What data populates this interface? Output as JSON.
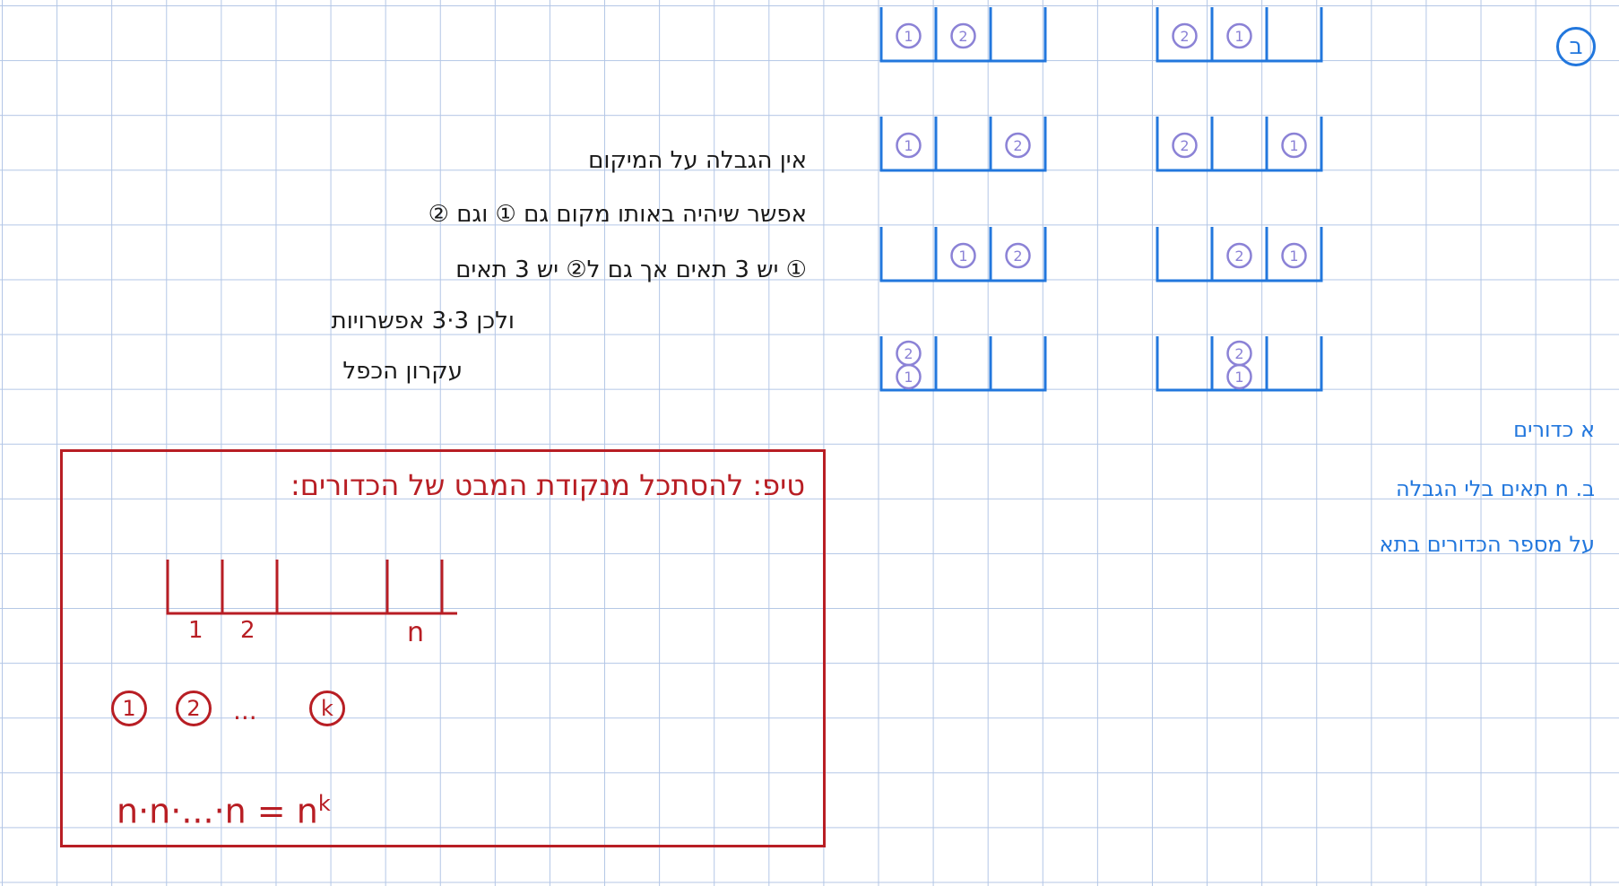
{
  "section_marker": "ב",
  "cases": {
    "left_column": [
      [
        "1",
        "2",
        ""
      ],
      [
        "1",
        "",
        "2"
      ],
      [
        "",
        "1",
        "2"
      ],
      [
        "2/1",
        "",
        ""
      ]
    ],
    "right_column": [
      [
        "2",
        "1",
        ""
      ],
      [
        "2",
        "",
        "1"
      ],
      [
        "",
        "2",
        "1"
      ],
      [
        "",
        "2/1",
        ""
      ]
    ]
  },
  "notes": {
    "line1": "אין הגבלה על המיקום",
    "line2": "אפשר שיהיה באותו מקום גם ① וגם ②",
    "line3": "① יש 3 תאים אך גם ל② יש 3 תאים",
    "line4": "ולכן 3⋅3 אפשרויות",
    "line5": "עקרון הכפל"
  },
  "blue_notes": {
    "line1": "א כדורים",
    "line2": "ב. n תאים בלי הגבלה",
    "line3": "על מספר הכדורים בתא"
  },
  "tip": {
    "title": "טיפ: להסתכל מנקודת המבט של הכדורים:",
    "cell_labels": [
      "1",
      "2",
      "n"
    ],
    "balls": [
      "1",
      "2",
      "k"
    ],
    "dots": "...",
    "formula_left": "n·n·...·n =",
    "formula_base": "n",
    "formula_exp": "k"
  }
}
